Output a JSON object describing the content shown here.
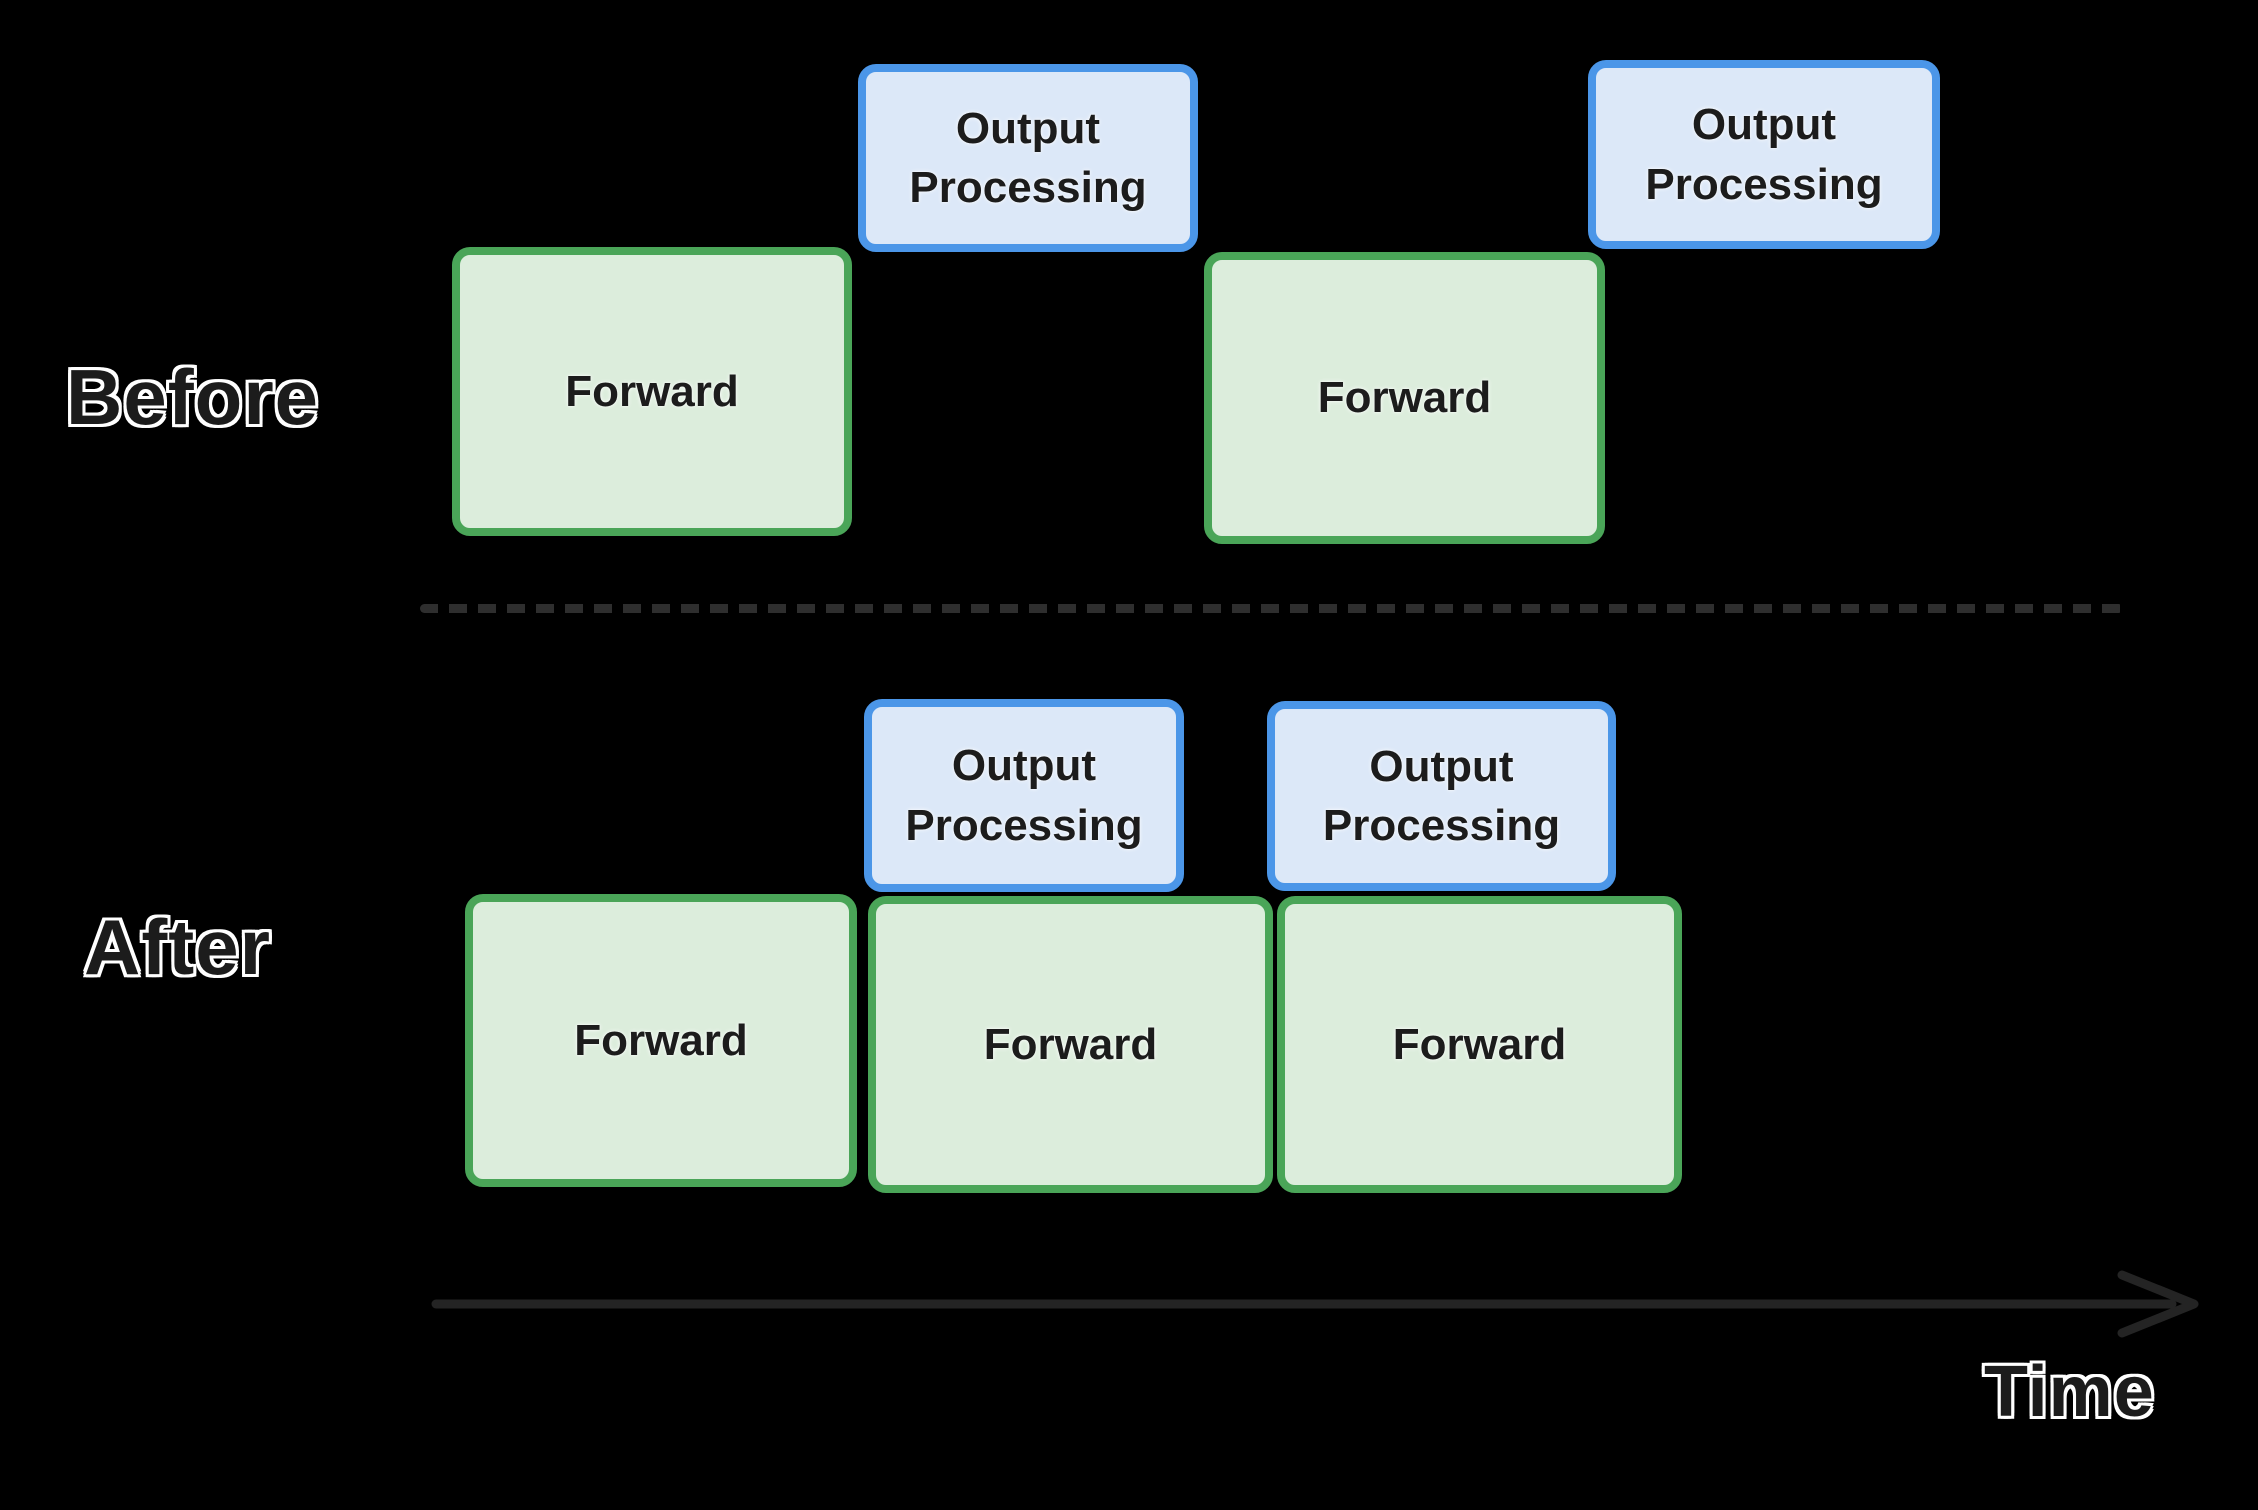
{
  "rows": {
    "before": {
      "label": "Before"
    },
    "after": {
      "label": "After"
    }
  },
  "box_labels": {
    "forward": "Forward",
    "output_processing": "Output Processing"
  },
  "axis": {
    "label": "Time"
  },
  "colors": {
    "background": "#000000",
    "forward_fill": "#dceddc",
    "forward_border": "#4aa558",
    "output_fill": "#dce8f8",
    "output_border": "#4b96e8",
    "divider": "#2e2e2e",
    "arrow": "#242424",
    "text_dark": "#1c1c1c",
    "text_outline": "#ffffff"
  }
}
